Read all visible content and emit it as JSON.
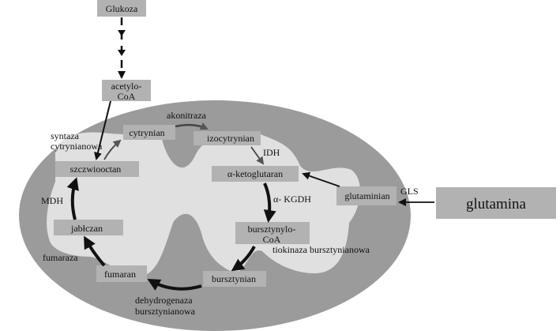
{
  "colors": {
    "mitochondrion": "#9b9b9b",
    "matrix": "#e0e0e0",
    "box": "#b2b2b2",
    "arrow": "#111111"
  },
  "boxes": {
    "glukoza": "Glukoza",
    "acetylo_coa": [
      "acetylo-",
      "CoA"
    ],
    "cytrynian": "cytrynian",
    "izocytrynian": "izocytrynian",
    "alfa_ketoglutaran": "α-ketoglutaran",
    "glutaminian": "glutaminian",
    "glutamina": "glutamina",
    "bursztynylo_coa": [
      "bursztynylo-",
      "CoA"
    ],
    "bursztynian": "bursztynian",
    "fumaran": "fumaran",
    "jablczan": "jabłczan",
    "szczawiooctan": "szczwiooctan"
  },
  "enzymes": {
    "syntaza": [
      "syntaza",
      "cytrynianowa"
    ],
    "akonitaza": "akonitraza",
    "idh": "IDH",
    "kgdh": "α- KGDH",
    "gls": "GLS",
    "tiokinaza": "tiokinaza bursztynianowa",
    "dehydrogenaza": [
      "dehydrogenaza",
      "bursztynianowa"
    ],
    "fumaraza": "fumaraza",
    "mdh": "MDH"
  }
}
